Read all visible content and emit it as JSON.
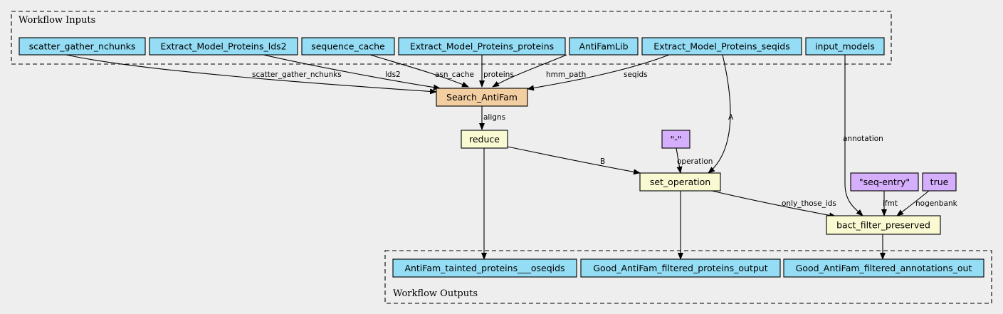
{
  "colors": {
    "io": "#94ddf4",
    "step": "#f3cea1",
    "expr": "#fafad2",
    "constant": "#d5aefc",
    "background": "#eeeeee"
  },
  "clusters": {
    "inputs": "Workflow Inputs",
    "outputs": "Workflow Outputs"
  },
  "nodes": {
    "scatter_gather_nchunks": "scatter_gather_nchunks",
    "lds2_input": "Extract_Model_Proteins_lds2",
    "sequence_cache": "sequence_cache",
    "proteins_input": "Extract_Model_Proteins_proteins",
    "antifamlib": "AntiFamLib",
    "seqids_input": "Extract_Model_Proteins_seqids",
    "input_models": "input_models",
    "search_antifam": "Search_AntiFam",
    "reduce": "reduce",
    "dash_const": "\"-\"",
    "set_operation": "set_operation",
    "seq_entry_const": "\"seq-entry\"",
    "true_const": "true",
    "bact_filter": "bact_filter_preserved",
    "out_tainted": "AntiFam_tainted_proteins___oseqids",
    "out_proteins": "Good_AntiFam_filtered_proteins_output",
    "out_annotations": "Good_AntiFam_filtered_annotations_out"
  },
  "edges": {
    "scatter_gather_nchunks": "scatter_gather_nchunks",
    "lds2": "lds2",
    "asn_cache": "asn_cache",
    "proteins": "proteins",
    "hmm_path": "hmm_path",
    "seqids": "seqids",
    "aligns": "aligns",
    "A": "A",
    "B": "B",
    "operation": "operation",
    "annotation": "annotation",
    "only_those_ids": "only_those_ids",
    "ifmt": "ifmt",
    "nogenbank": "nogenbank"
  }
}
